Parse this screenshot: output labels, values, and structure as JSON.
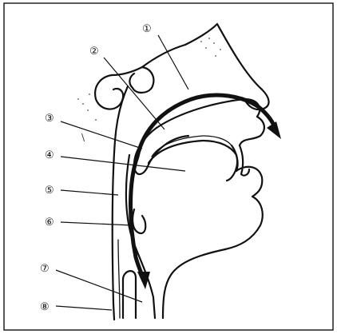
{
  "figure": {
    "labels": [
      {
        "id": "1",
        "text": "①"
      },
      {
        "id": "2",
        "text": "②"
      },
      {
        "id": "3",
        "text": "③"
      },
      {
        "id": "4",
        "text": "④"
      },
      {
        "id": "5",
        "text": "⑤"
      },
      {
        "id": "6",
        "text": "⑥"
      },
      {
        "id": "7",
        "text": "⑦"
      },
      {
        "id": "8",
        "text": "⑧"
      }
    ],
    "stray_mark": "\\"
  },
  "colors": {
    "line": "#111111",
    "background": "#ffffff",
    "speckle": "#777777"
  }
}
